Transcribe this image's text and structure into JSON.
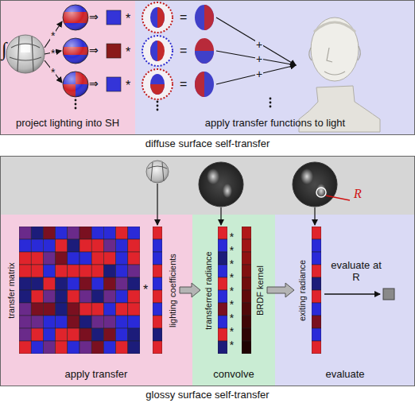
{
  "diagram": {
    "nodes": [
      {
        "text": [
          "diffuse surface self-transfer"
        ]
      },
      {
        "text": [
          "project lighting into SH"
        ],
        "in": 0
      },
      {
        "text": [
          "apply transfer functions to light"
        ],
        "in": 0
      },
      {
        "text": [
          "glossy surface self-transfer"
        ]
      },
      {
        "text": [
          "apply transfer"
        ],
        "in": 3
      },
      {
        "text": [
          "transfer matrix"
        ],
        "in": 4
      },
      {
        "text": [
          "lighting coefficients"
        ],
        "in": 4
      },
      {
        "text": [
          "convolve"
        ],
        "in": 3
      },
      {
        "text": [
          "transferred radiance"
        ],
        "in": 7
      },
      {
        "text": [
          "BRDF kernel"
        ],
        "in": 7
      },
      {
        "text": [
          "evaluate"
        ],
        "in": 3
      },
      {
        "text": [
          "exiting radiance"
        ],
        "in": 10
      }
    ],
    "edges": [
      {
        "from": 6,
        "to": 8,
        "arrow": "to"
      },
      {
        "from": 9,
        "to": 11,
        "arrow": "to"
      }
    ],
    "labels": [
      "∫",
      "*",
      "*",
      "*",
      "⇒",
      "⇒",
      "⇒",
      "*",
      "*",
      "*",
      "=",
      "=",
      "=",
      "+",
      "+",
      "+",
      "*",
      "* * * * * * * * *",
      "evaluate at R",
      "R"
    ]
  }
}
